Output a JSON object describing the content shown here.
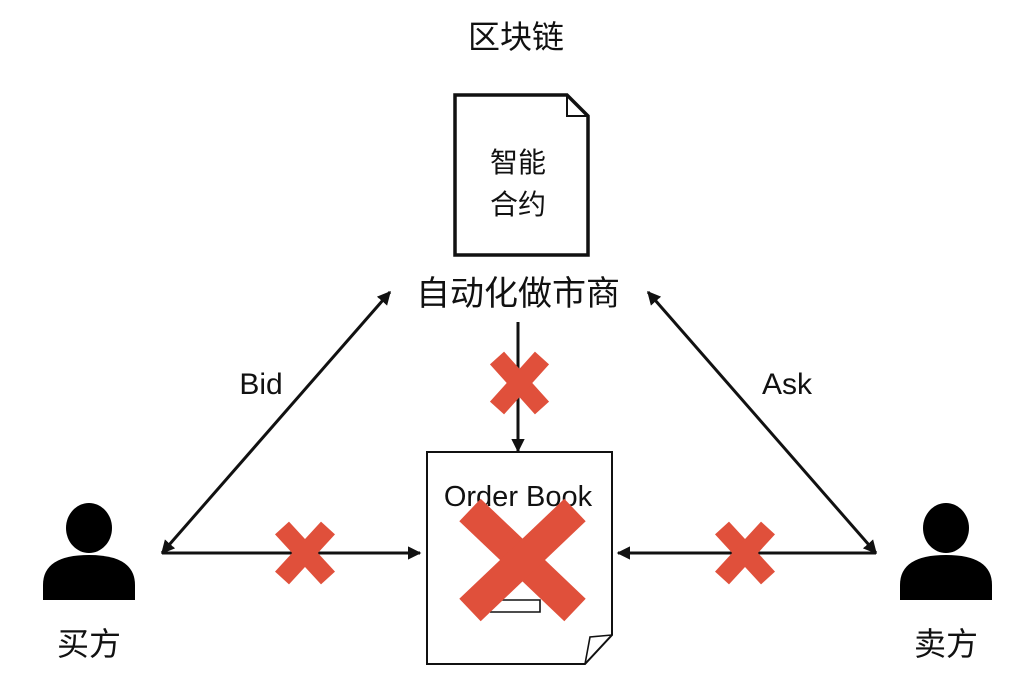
{
  "title": "区块链",
  "contract": {
    "line1": "智能",
    "line2": "合约"
  },
  "amm": "自动化做市商",
  "order_book": "Order Book",
  "buyer": "买方",
  "seller": "卖方",
  "edges": {
    "bid": "Bid",
    "ask": "Ask"
  },
  "colors": {
    "cross": "#e0503b",
    "ink": "#111111",
    "background": "#ffffff"
  },
  "icons": [
    "person-icon",
    "document-icon",
    "cross-icon"
  ]
}
